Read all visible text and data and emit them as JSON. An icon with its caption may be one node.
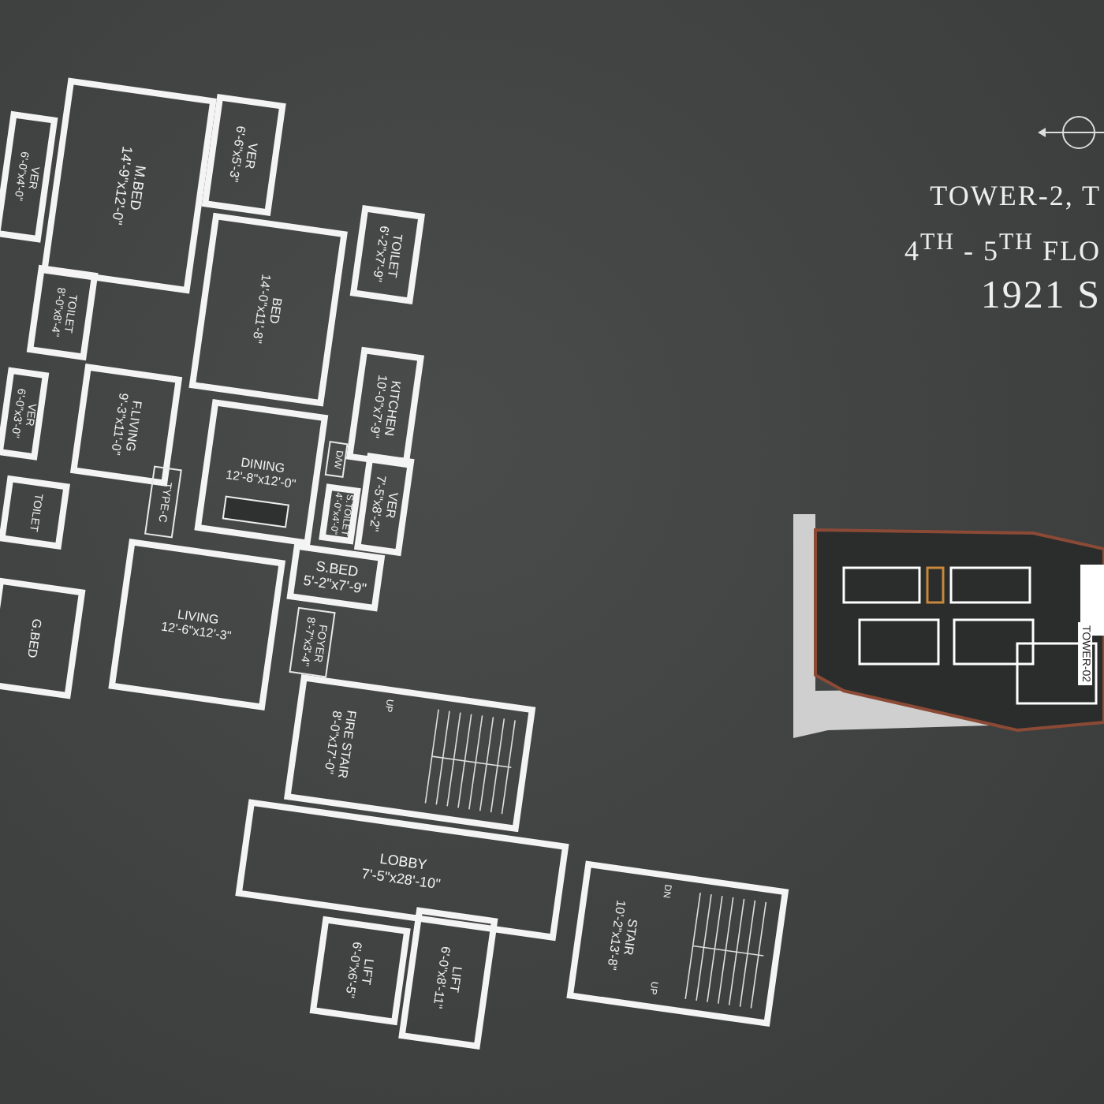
{
  "diagram": {
    "title": "TOWER-2, T",
    "nodes": [
      {
        "text": [
          "VER",
          "6'-0\"x4'-0\""
        ]
      },
      {
        "text": [
          "M.BED",
          "14'-9\"x12'-0\""
        ]
      },
      {
        "text": [
          "VER",
          "6'-6\"x5'-3\""
        ]
      },
      {
        "text": [
          "BED",
          "14'-0\"x11'-8\""
        ]
      },
      {
        "text": [
          "TOILET",
          "6'-2\"x7'-9\""
        ]
      },
      {
        "text": [
          "TOILET",
          "8'-0\"x8'-4\""
        ]
      },
      {
        "text": [
          "KITCHEN",
          "10'-0\"x7'-9\""
        ]
      },
      {
        "text": [
          "VER",
          "6'-0\"x3'-0\""
        ]
      },
      {
        "text": [
          "F.LIVING",
          "9'-3\"x11'-0\""
        ]
      },
      {
        "text": [
          "TYPE-C"
        ]
      },
      {
        "text": [
          "DINING",
          "12'-8\"x12'-0\""
        ]
      },
      {
        "text": [
          "TOILET"
        ]
      },
      {
        "text": [
          "D/W"
        ]
      },
      {
        "text": [
          "S.TOILET",
          "4'-0\"x4'-0\""
        ]
      },
      {
        "text": [
          "VER",
          "7'-5\"x8'-2\""
        ]
      },
      {
        "text": [
          "S.BED",
          "5'-2\"x7'-9\""
        ]
      },
      {
        "text": [
          "G.BED"
        ]
      },
      {
        "text": [
          "FOYER",
          "8'-7\"x3'-4\""
        ]
      },
      {
        "text": [
          "LIVING",
          "12'-6\"x12'-3\""
        ]
      },
      {
        "text": [
          "FIRE STAIR",
          "8'-0\"x17'-0\""
        ]
      },
      {
        "text": [
          "LOBBY",
          "7'-5\"x28'-10\""
        ]
      },
      {
        "text": [
          "LIFT",
          "6'-0\"x6'-5\""
        ]
      },
      {
        "text": [
          "LIFT",
          "6'-0\"x8'-11\""
        ]
      },
      {
        "text": [
          "STAIR",
          "10'-2\"x13'-8\""
        ]
      }
    ],
    "labels": [
      "4$^{TH}$ - 5$^{TH}$ FLO",
      "1921 S",
      "UP",
      "DN",
      "UP",
      "TOWER-02"
    ]
  }
}
